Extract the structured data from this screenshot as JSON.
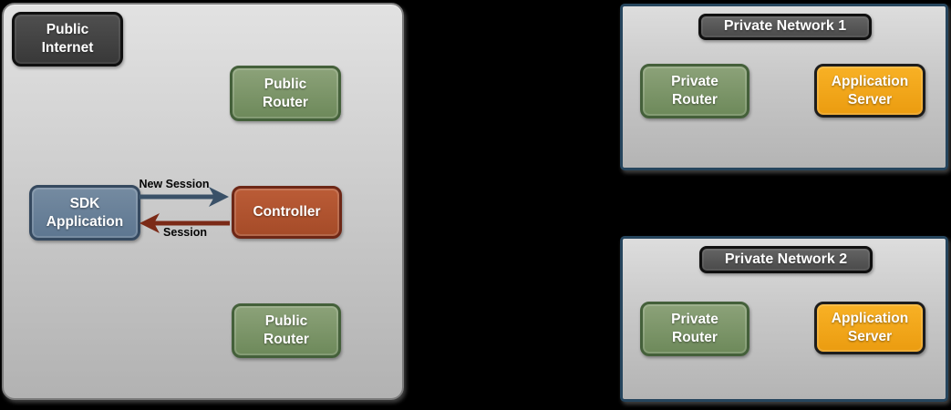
{
  "diagram": {
    "background": "#000000",
    "public_zone": {
      "name": "Public Internet zone",
      "nodes": {
        "public_internet": {
          "label": "Public\nInternet",
          "color": "#434343"
        },
        "public_router_top": {
          "label": "Public\nRouter",
          "color": "#7d9468"
        },
        "sdk_application": {
          "label": "SDK\nApplication",
          "color": "#68809a"
        },
        "controller": {
          "label": "Controller",
          "color": "#b05430"
        },
        "public_router_bottom": {
          "label": "Public\nRouter",
          "color": "#7d9468"
        }
      },
      "arrows": {
        "new_session": {
          "label": "New Session",
          "color": "#3a5168",
          "from": "SDK Application",
          "to": "Controller"
        },
        "session": {
          "label": "Session",
          "color": "#7b2a17",
          "from": "Controller",
          "to": "SDK Application"
        }
      }
    },
    "private_network_1": {
      "title": "Private Network 1",
      "nodes": {
        "private_router": {
          "label": "Private\nRouter",
          "color": "#7d9468"
        },
        "application_server": {
          "label": "Application\nServer",
          "color": "#f2a71b"
        }
      }
    },
    "private_network_2": {
      "title": "Private Network 2",
      "nodes": {
        "private_router": {
          "label": "Private\nRouter",
          "color": "#7d9468"
        },
        "application_server": {
          "label": "Application\nServer",
          "color": "#f2a71b"
        }
      }
    }
  }
}
